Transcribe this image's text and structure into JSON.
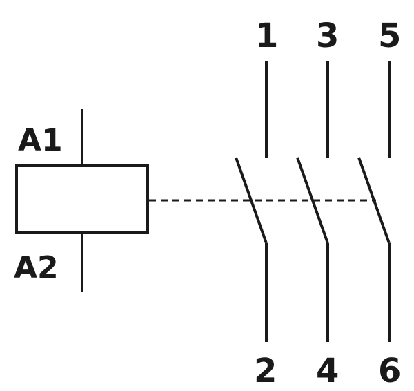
{
  "coil": {
    "top_terminal": "A1",
    "bottom_terminal": "A2"
  },
  "contacts": [
    {
      "line_terminal": "1",
      "load_terminal": "2"
    },
    {
      "line_terminal": "3",
      "load_terminal": "4"
    },
    {
      "line_terminal": "5",
      "load_terminal": "6"
    }
  ],
  "colors": {
    "line": "#1a1a1a",
    "background": "#ffffff"
  }
}
